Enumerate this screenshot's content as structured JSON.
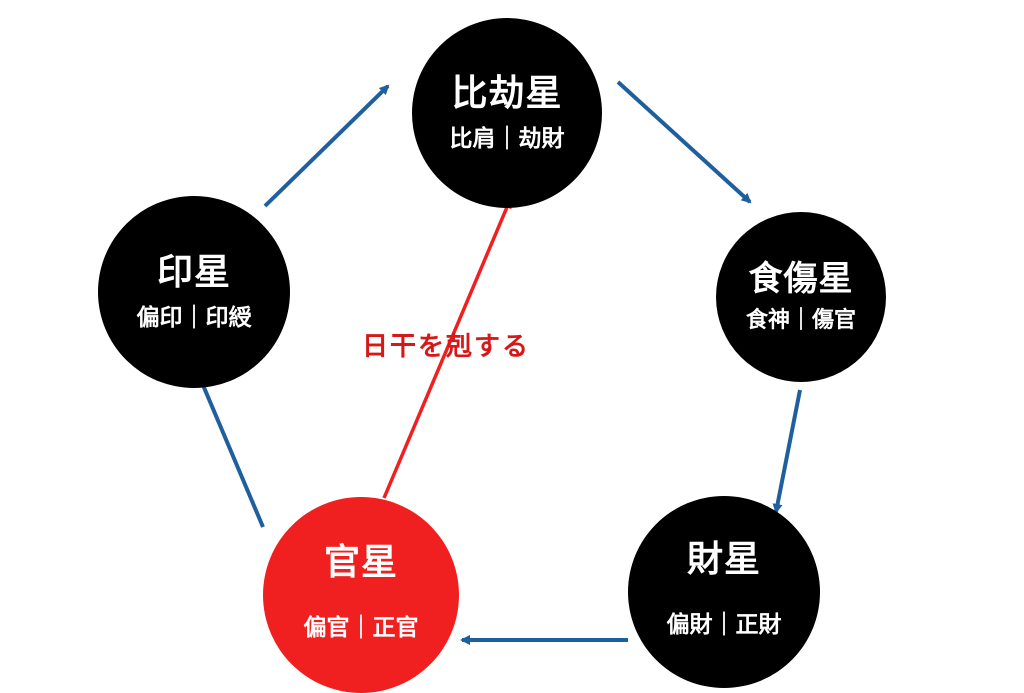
{
  "nodes": {
    "hikou": {
      "title": "比劫星",
      "sub": "比肩｜劫財"
    },
    "shokushou": {
      "title": "食傷星",
      "sub": "食神｜傷官"
    },
    "zai": {
      "title": "財星",
      "sub": "偏財｜正財"
    },
    "kan": {
      "title": "官星",
      "sub": "偏官｜正官"
    },
    "in": {
      "title": "印星",
      "sub": "偏印｜印綬"
    }
  },
  "overlay_label": "日干を剋する",
  "colors": {
    "node_default": "#000000",
    "node_highlight": "#f02020",
    "cycle_arrow": "#1f5f9e",
    "control_arrow": "#f02020",
    "control_label": "#d81818"
  }
}
